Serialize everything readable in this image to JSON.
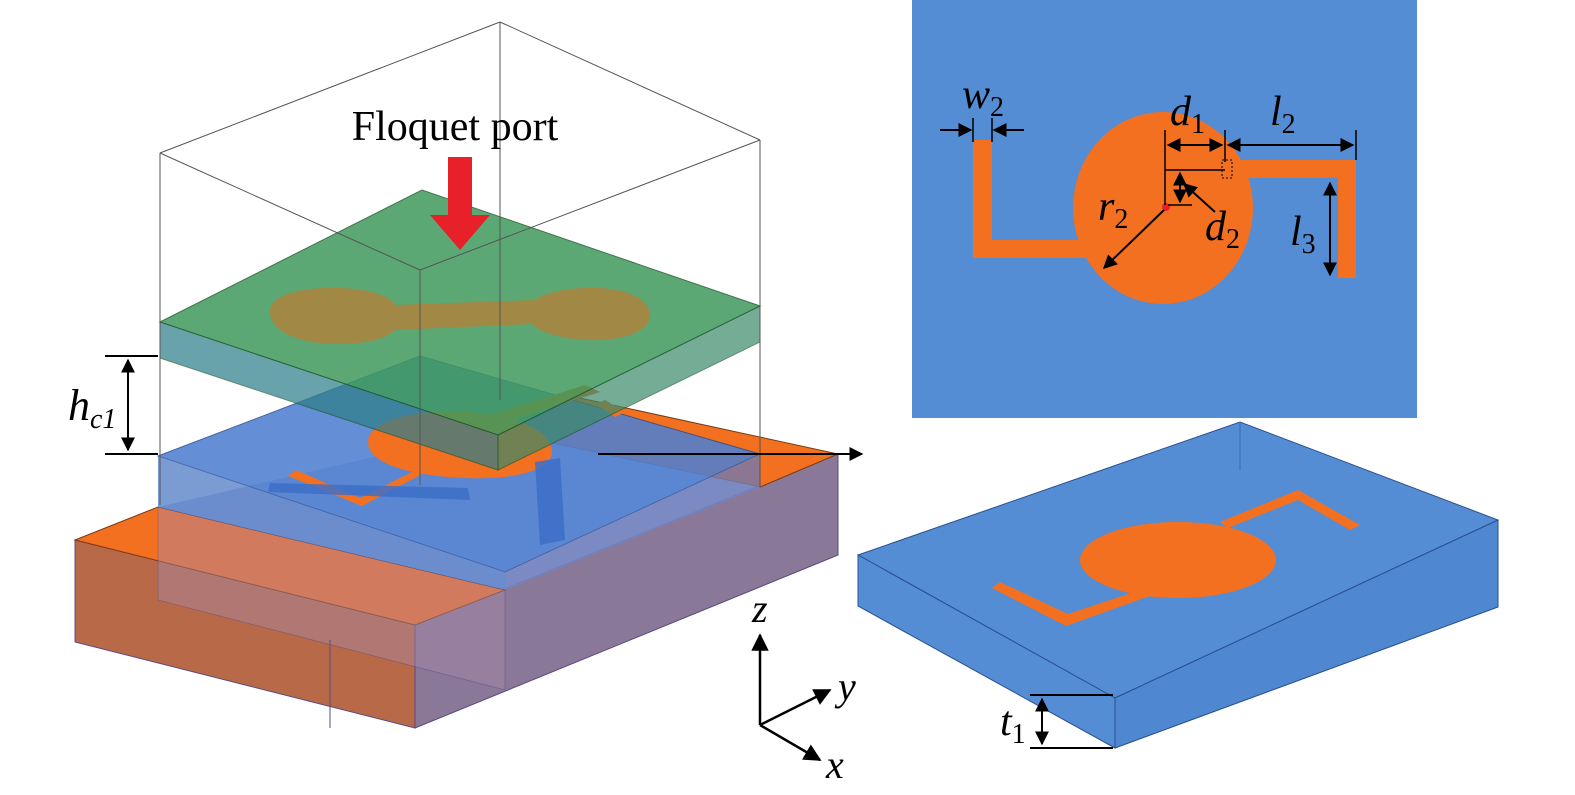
{
  "port_label": "Floquet port",
  "labels": {
    "h": {
      "main": "h",
      "sub": "c1"
    },
    "w2": {
      "main": "w",
      "sub": "2"
    },
    "d1": {
      "main": "d",
      "sub": "1"
    },
    "l2": {
      "main": "l",
      "sub": "2"
    },
    "r2": {
      "main": "r",
      "sub": "2"
    },
    "d2": {
      "main": "d",
      "sub": "2"
    },
    "l3": {
      "main": "l",
      "sub": "3"
    },
    "t1": {
      "main": "t",
      "sub": "1"
    }
  },
  "axes": {
    "z": "z",
    "y": "y",
    "x": "x"
  },
  "colors": {
    "copper": "#f37021",
    "substrate": "#548dd4",
    "cover": "#3f9a5c",
    "waveguide": "#8b8cc8",
    "arrow": "#e8202a"
  }
}
